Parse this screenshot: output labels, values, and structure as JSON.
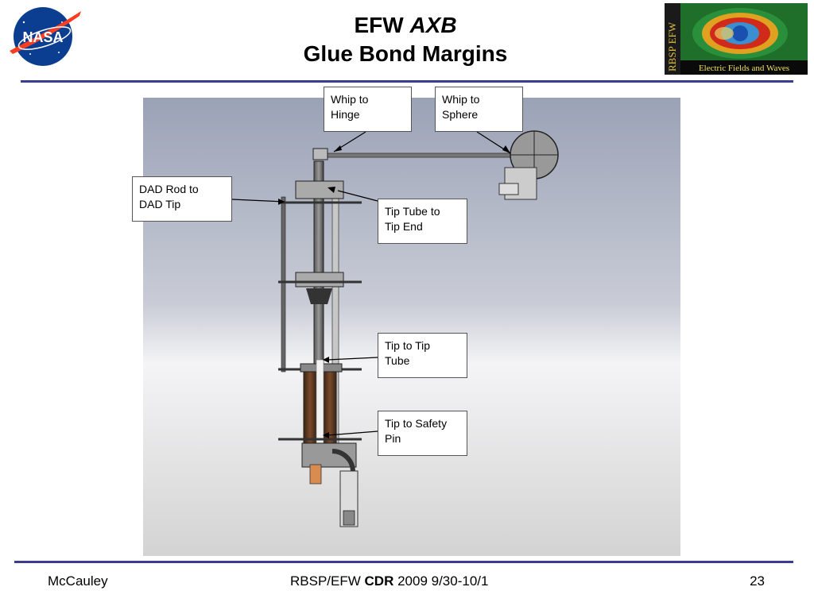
{
  "header": {
    "title_prefix": "EFW",
    "title_italic": "AXB",
    "title_line2": "Glue Bond Margins",
    "nasa_logo_text": "NASA",
    "rbsp_logo_side_text": "RBSP EFW",
    "rbsp_logo_caption": "Electric Fields and Waves"
  },
  "callouts": {
    "whip_hinge": [
      "Whip to",
      "Hinge"
    ],
    "whip_sphere": [
      "Whip to",
      "Sphere"
    ],
    "dad_rod": [
      "DAD Rod to",
      "DAD Tip"
    ],
    "tip_tube_end": [
      "Tip Tube to",
      "Tip End"
    ],
    "tip_tube": [
      "Tip to Tip",
      "Tube"
    ],
    "tip_safety": [
      "Tip to Safety",
      "Pin"
    ]
  },
  "footer": {
    "author": "McCauley",
    "center_prefix": "RBSP/EFW ",
    "center_bold": "CDR",
    "center_suffix": " 2009 9/30-10/1",
    "page_number": "23"
  },
  "colors": {
    "rule": "#3b3b8f",
    "figure_top": "#9aa2b6",
    "figure_bottom": "#d6d6d6"
  }
}
